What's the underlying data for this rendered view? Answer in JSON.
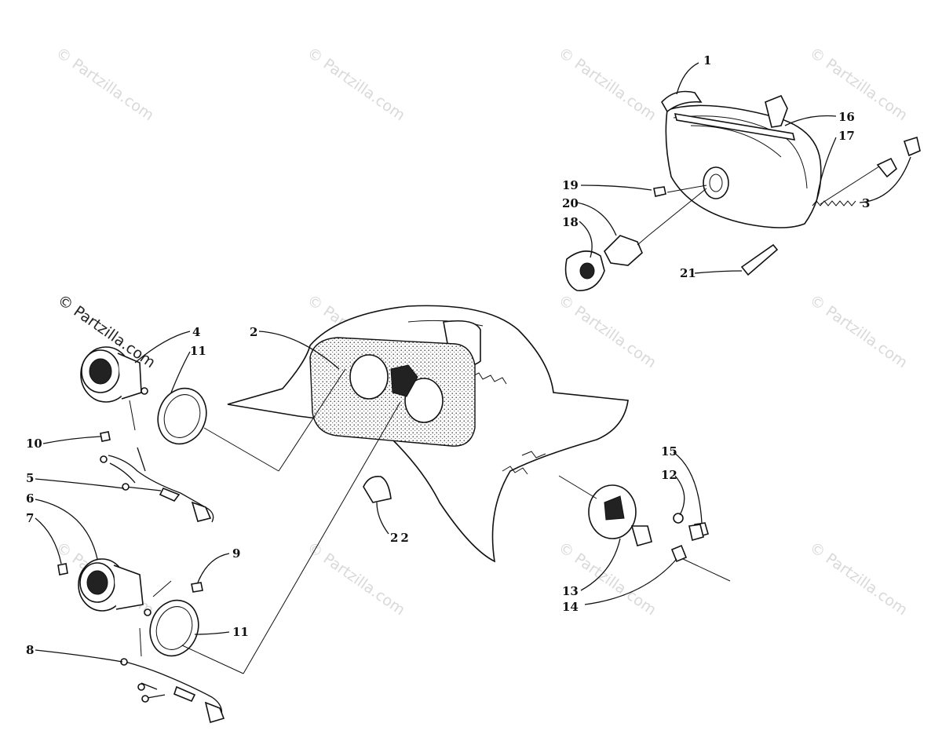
{
  "watermark": {
    "text": "© Partzilla.com",
    "main_text": "© Partzilla.com"
  },
  "callouts": [
    "1",
    "2",
    "3",
    "4",
    "5",
    "6",
    "7",
    "8",
    "9",
    "10",
    "11",
    "11",
    "12",
    "13",
    "14",
    "15",
    "16",
    "17",
    "18",
    "19",
    "20",
    "21",
    "22"
  ]
}
